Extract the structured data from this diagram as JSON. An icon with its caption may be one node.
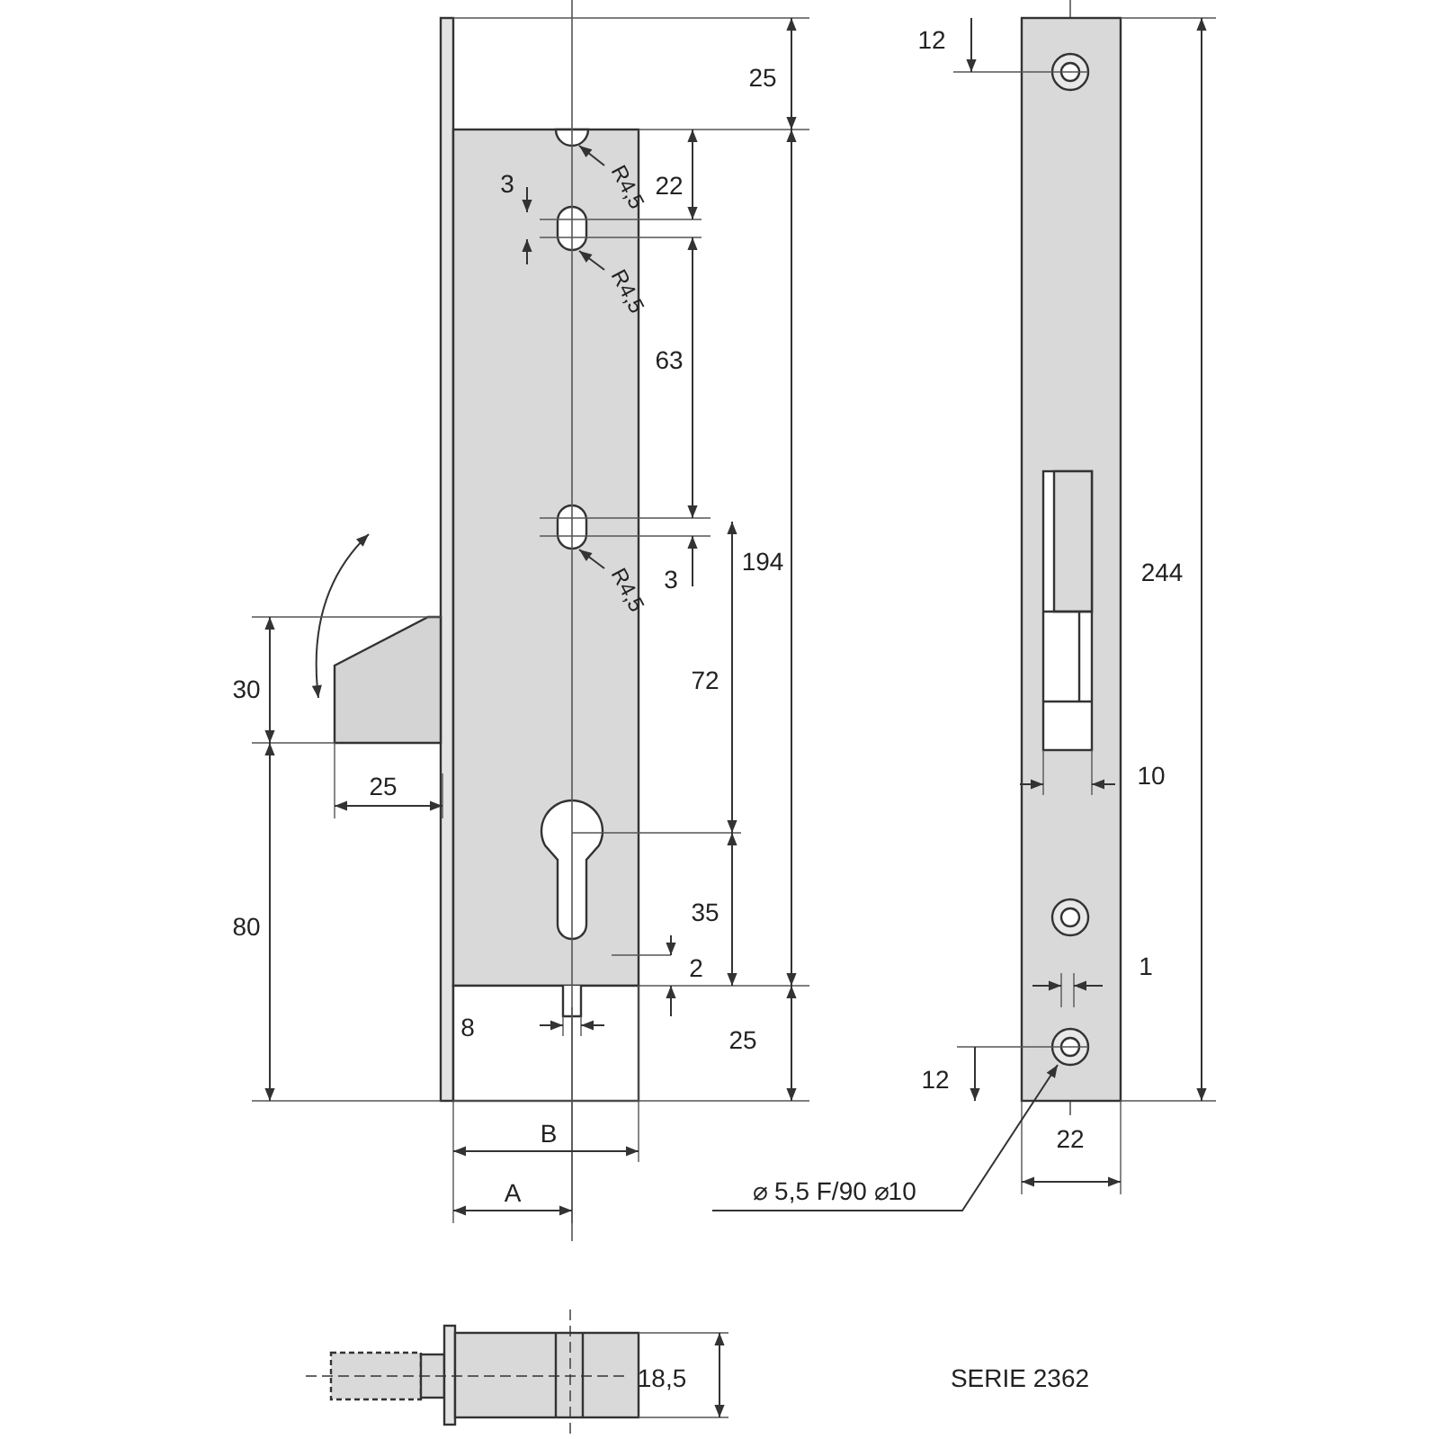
{
  "diagram": {
    "nodes": [
      {
        "text": [
          "R4,5"
        ]
      },
      {
        "text": [
          "R4,5"
        ]
      },
      {
        "text": [
          "R4,5"
        ]
      },
      {
        "text": [
          "⌀ 5,5 F/90 ⌀10"
        ]
      },
      {
        "text": [],
        "shape": "notch"
      },
      {
        "text": [],
        "shape": "slot"
      },
      {
        "text": [],
        "shape": "slot"
      }
    ],
    "edges": [
      {
        "from": 0,
        "to": 4,
        "arrow": "to"
      },
      {
        "from": 1,
        "to": 5,
        "arrow": "to"
      },
      {
        "from": 2,
        "to": 6,
        "arrow": "to"
      },
      {
        "from": 3,
        "to": null,
        "arrow": "to"
      }
    ],
    "labels": [
      "12",
      "25",
      "3",
      "22",
      "63",
      "3",
      "194",
      "244",
      "30",
      "72",
      "10",
      "25",
      "35",
      "80",
      "2",
      "1",
      "8",
      "25",
      "12",
      "B",
      "22",
      "A",
      "18,5",
      "SERIE 2362"
    ]
  }
}
